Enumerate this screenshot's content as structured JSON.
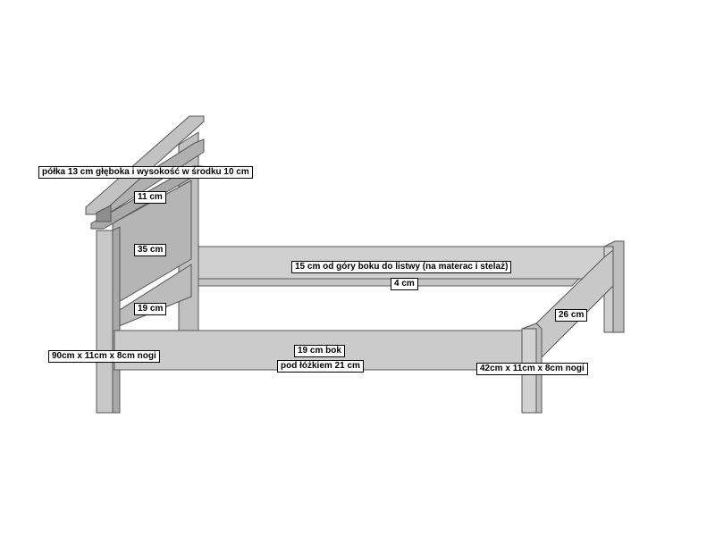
{
  "colors": {
    "background": "#ffffff",
    "panel": "#bdbdbd",
    "panel_light": "#d6d6d6",
    "panel_dark": "#9a9a9a",
    "stroke": "#555555",
    "label_border": "#000000"
  },
  "labels": {
    "shelf": "półka 13 cm głęboka i wysokość w środku 10 cm",
    "gap_11": "11 cm",
    "panel_35": "35 cm",
    "panel_19": "19 cm",
    "leg_front_left": "90cm x 11cm x 8cm nogi",
    "side_rail": "15 cm od góry boku do listwy (na materac i stelaż)",
    "ledge": "4 cm",
    "foot_end": "26 cm",
    "front_side": "19 cm bok",
    "under_bed": "pod łóżkiem 21 cm",
    "leg_foot": "42cm x 11cm x 8cm nogi"
  }
}
